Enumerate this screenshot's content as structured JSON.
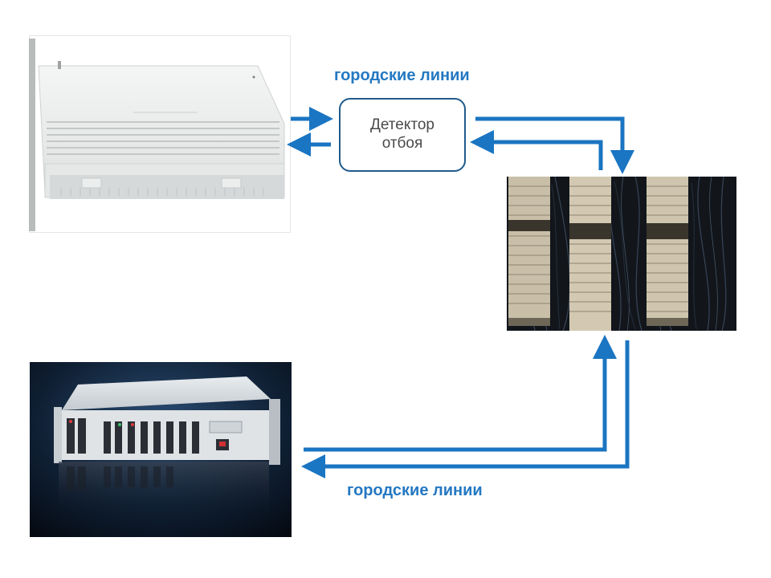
{
  "labels": {
    "top_route": "городские линии",
    "bottom_route": "городские линии"
  },
  "detector": {
    "line1": "Детектор",
    "line2": "отбоя"
  },
  "colors": {
    "arrow": "#1a75c2",
    "label": "#2478c2",
    "detector_border": "#1f5b8c"
  },
  "icons": {
    "pbx": "pbx-unit-image",
    "patch_panel": "cross-connect-frame-image",
    "rack": "rack-gateway-image"
  }
}
